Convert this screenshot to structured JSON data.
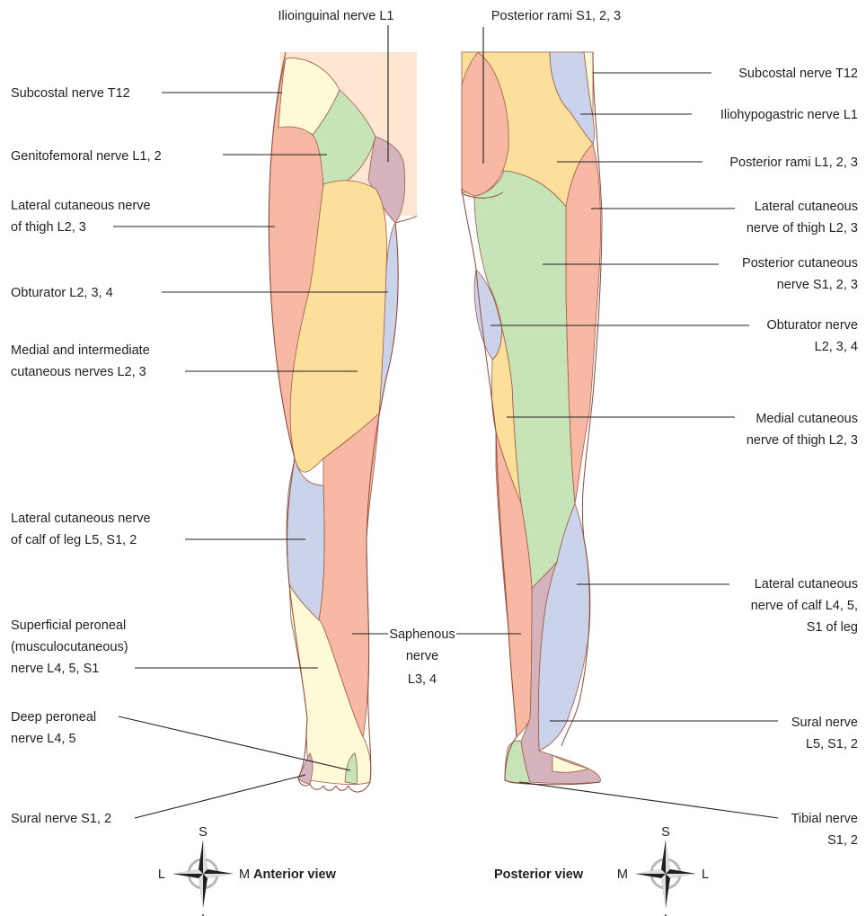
{
  "colors": {
    "skin_trunk": "#fde6d2",
    "subcostal": "#fef9d6",
    "genitofemoral": "#c7e3b8",
    "ilioinguinal": "#d4b3bd",
    "lateral_cutaneous_thigh": "#f8b9a4",
    "medial_intermediate": "#fddf9c",
    "obturator": "#cbd3ea",
    "saphenous": "#f8b9a4",
    "lateral_calf": "#cbd3ea",
    "superficial_peroneal": "#fef9d6",
    "deep_peroneal": "#c7e3b8",
    "sural": "#d4b3bd",
    "posterior_rami_s": "#f8b9a4",
    "posterior_rami_l": "#fddf9c",
    "iliohypogastric": "#cbd3ea",
    "posterior_cutaneous": "#c7e3b8",
    "medial_cutaneous": "#fddf9c",
    "tibial": "#c7e3b8",
    "line": "#231f20"
  },
  "anterior": {
    "view_title": "Anterior view",
    "labels": {
      "ilioinguinal": "Ilioinguinal nerve L1",
      "subcostal": "Subcostal nerve T12",
      "genitofemoral": "Genitofemoral nerve L1, 2",
      "lateral_thigh_1": "Lateral cutaneous nerve",
      "lateral_thigh_2": "of thigh L2, 3",
      "obturator": "Obturator L2, 3, 4",
      "medial_1": "Medial and intermediate",
      "medial_2": "cutaneous nerves L2, 3",
      "lateral_calf_1": "Lateral cutaneous nerve",
      "lateral_calf_2": "of calf of leg L5, S1, 2",
      "superficial_1": "Superficial peroneal",
      "superficial_2": "(musculocutaneous)",
      "superficial_3": "nerve L4, 5, S1",
      "deep_1": "Deep peroneal",
      "deep_2": "nerve L4, 5",
      "sural": "Sural nerve S1, 2"
    },
    "compass": {
      "top": "S",
      "bottom": "I",
      "left": "L",
      "right": "M"
    }
  },
  "middle": {
    "saphenous_1": "Saphenous",
    "saphenous_2": "nerve",
    "saphenous_3": "L3, 4"
  },
  "posterior": {
    "view_title": "Posterior view",
    "labels": {
      "posterior_rami_s": "Posterior rami S1, 2, 3",
      "subcostal": "Subcostal nerve T12",
      "iliohypogastric": "Iliohypogastric nerve L1",
      "posterior_rami_l": "Posterior rami L1, 2, 3",
      "lateral_thigh_1": "Lateral cutaneous",
      "lateral_thigh_2": "nerve of thigh L2, 3",
      "posterior_cut_1": "Posterior cutaneous",
      "posterior_cut_2": "nerve S1, 2, 3",
      "obturator_1": "Obturator nerve",
      "obturator_2": "L2, 3, 4",
      "medial_1": "Medial cutaneous",
      "medial_2": "nerve of thigh L2, 3",
      "lateral_calf_1": "Lateral cutaneous",
      "lateral_calf_2": "nerve of calf L4, 5,",
      "lateral_calf_3": "S1 of leg",
      "sural_1": "Sural nerve",
      "sural_2": "L5, S1, 2",
      "tibial_1": "Tibial nerve",
      "tibial_2": "S1, 2"
    },
    "compass": {
      "top": "S",
      "bottom": "I",
      "left": "M",
      "right": "L"
    }
  }
}
